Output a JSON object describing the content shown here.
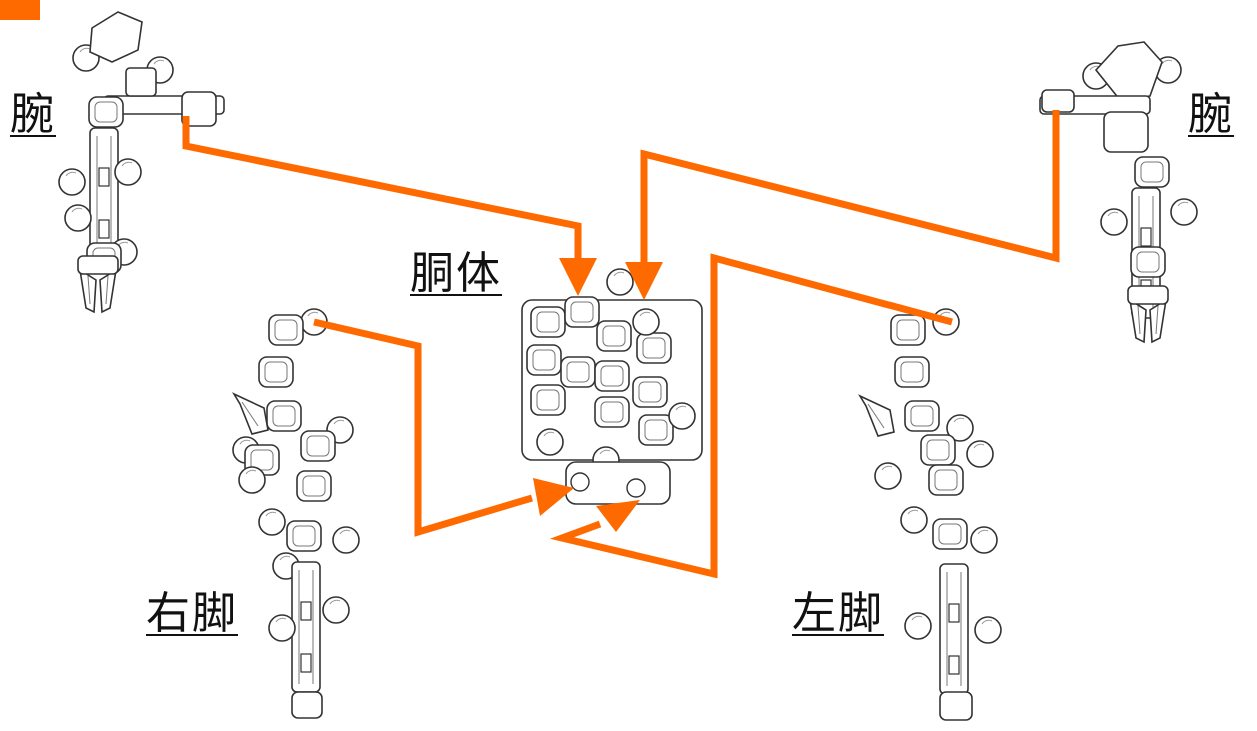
{
  "accent_color": "#ff6a00",
  "labels": {
    "arm_left": "腕",
    "arm_right": "腕",
    "torso": "胴体",
    "leg_right": "右脚",
    "leg_left": "左脚"
  },
  "connections": [
    {
      "from": "arm_left",
      "to": "torso"
    },
    {
      "from": "arm_right",
      "to": "torso"
    },
    {
      "from": "leg_right",
      "to": "torso"
    },
    {
      "from": "leg_left",
      "to": "torso"
    }
  ]
}
